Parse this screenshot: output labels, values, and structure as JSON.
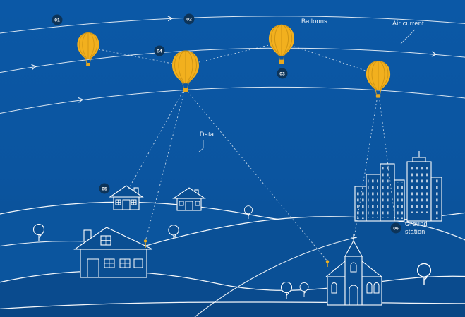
{
  "labels": {
    "balloons": "Balloons",
    "air_current": "Air current",
    "data": "Data",
    "ground_station_line1": "Ground",
    "ground_station_line2": "station"
  },
  "markers": [
    {
      "label": "01"
    },
    {
      "label": "02"
    },
    {
      "label": "03"
    },
    {
      "label": "04"
    },
    {
      "label": "05"
    },
    {
      "label": "06"
    }
  ],
  "colors": {
    "sky_top": "#0b58a6",
    "sky_bottom": "#0a4c8e",
    "balloon_gold": "#f2b01e",
    "badge_navy": "#0d3459",
    "line_white": "#ffffff"
  }
}
